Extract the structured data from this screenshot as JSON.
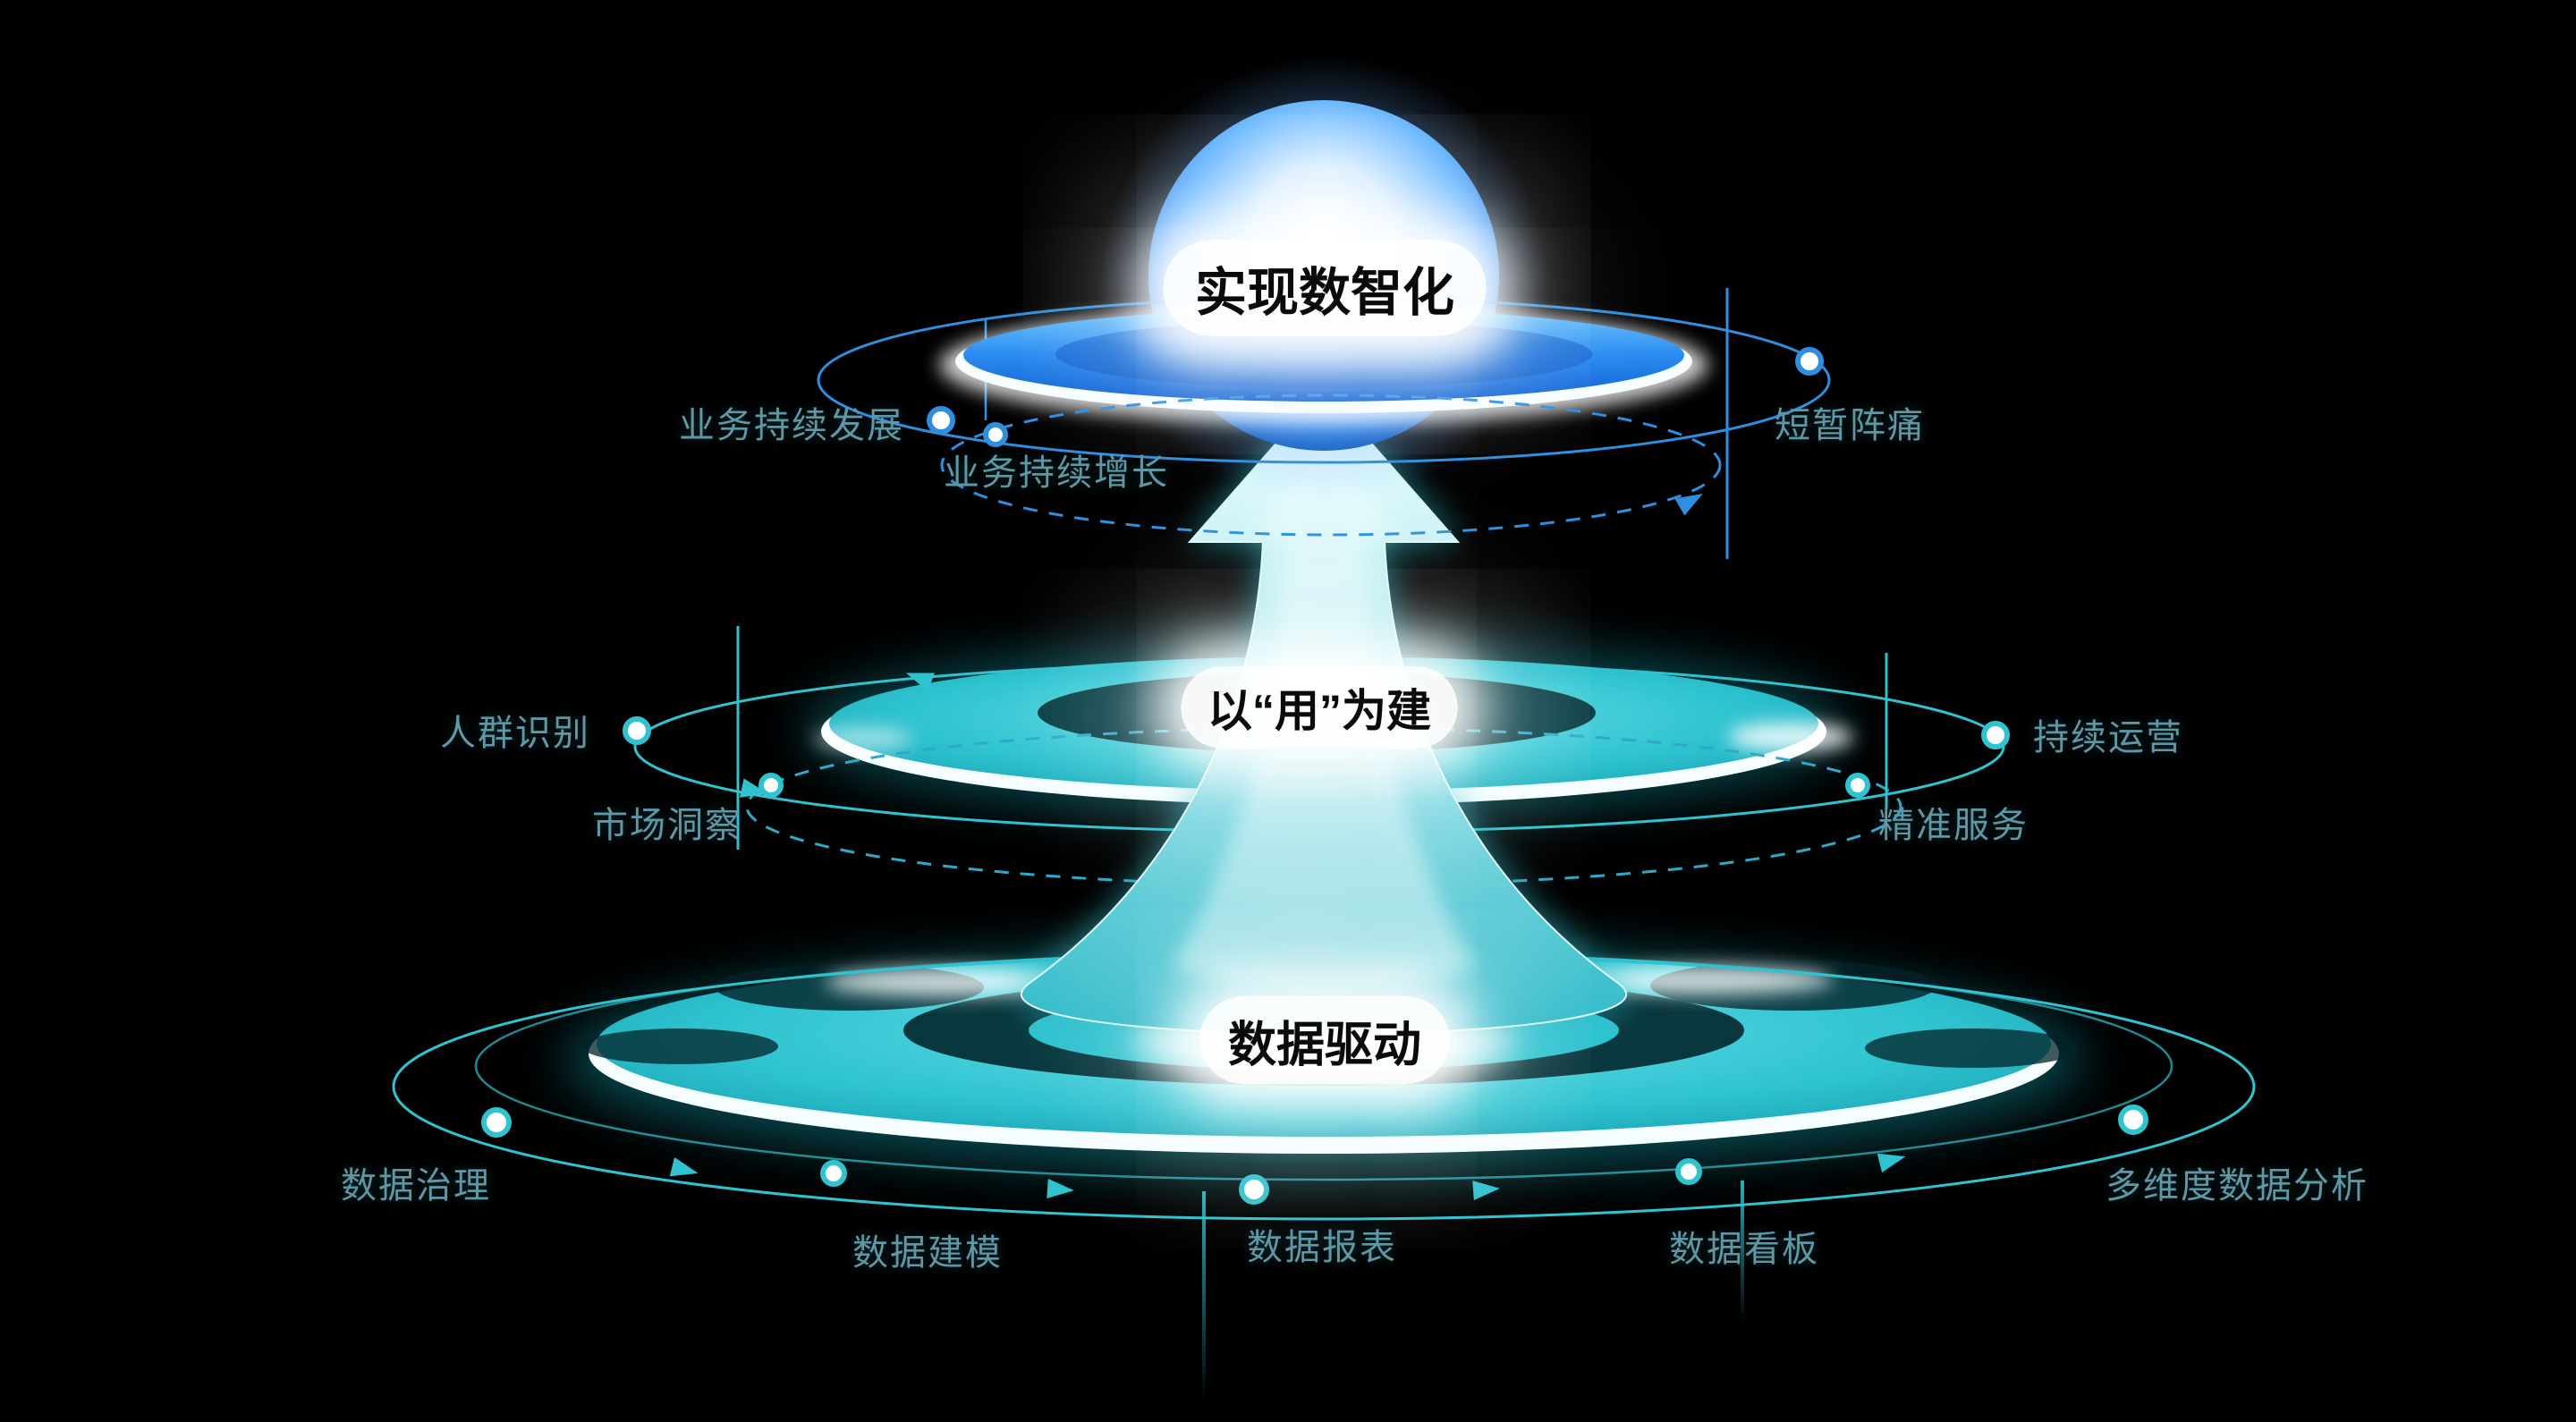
{
  "colors": {
    "background": "#000000",
    "teal": "#2FC3D0",
    "teal_deep": "#14A2B2",
    "blue": "#2E8FE0",
    "blue_deep": "#0E5ED2",
    "label_text": "#5E97A6",
    "title_text": "#0A0A0A",
    "glow_white": "#FFFFFF"
  },
  "tiers": {
    "top": {
      "title": "实现数智化",
      "labels": {
        "left": "业务持续发展",
        "center": "业务持续增长",
        "right": "短暂阵痛"
      }
    },
    "middle": {
      "title": "以“用”为建",
      "labels": {
        "left": "人群识别",
        "left_lower": "市场洞察",
        "right": "持续运营",
        "right_lower": "精准服务"
      }
    },
    "bottom": {
      "title": "数据驱动",
      "labels": {
        "left": "数据治理",
        "bottom_left": "数据建模",
        "bottom_center": "数据报表",
        "bottom_right": "数据看板",
        "right": "多维度数据分析"
      }
    }
  }
}
